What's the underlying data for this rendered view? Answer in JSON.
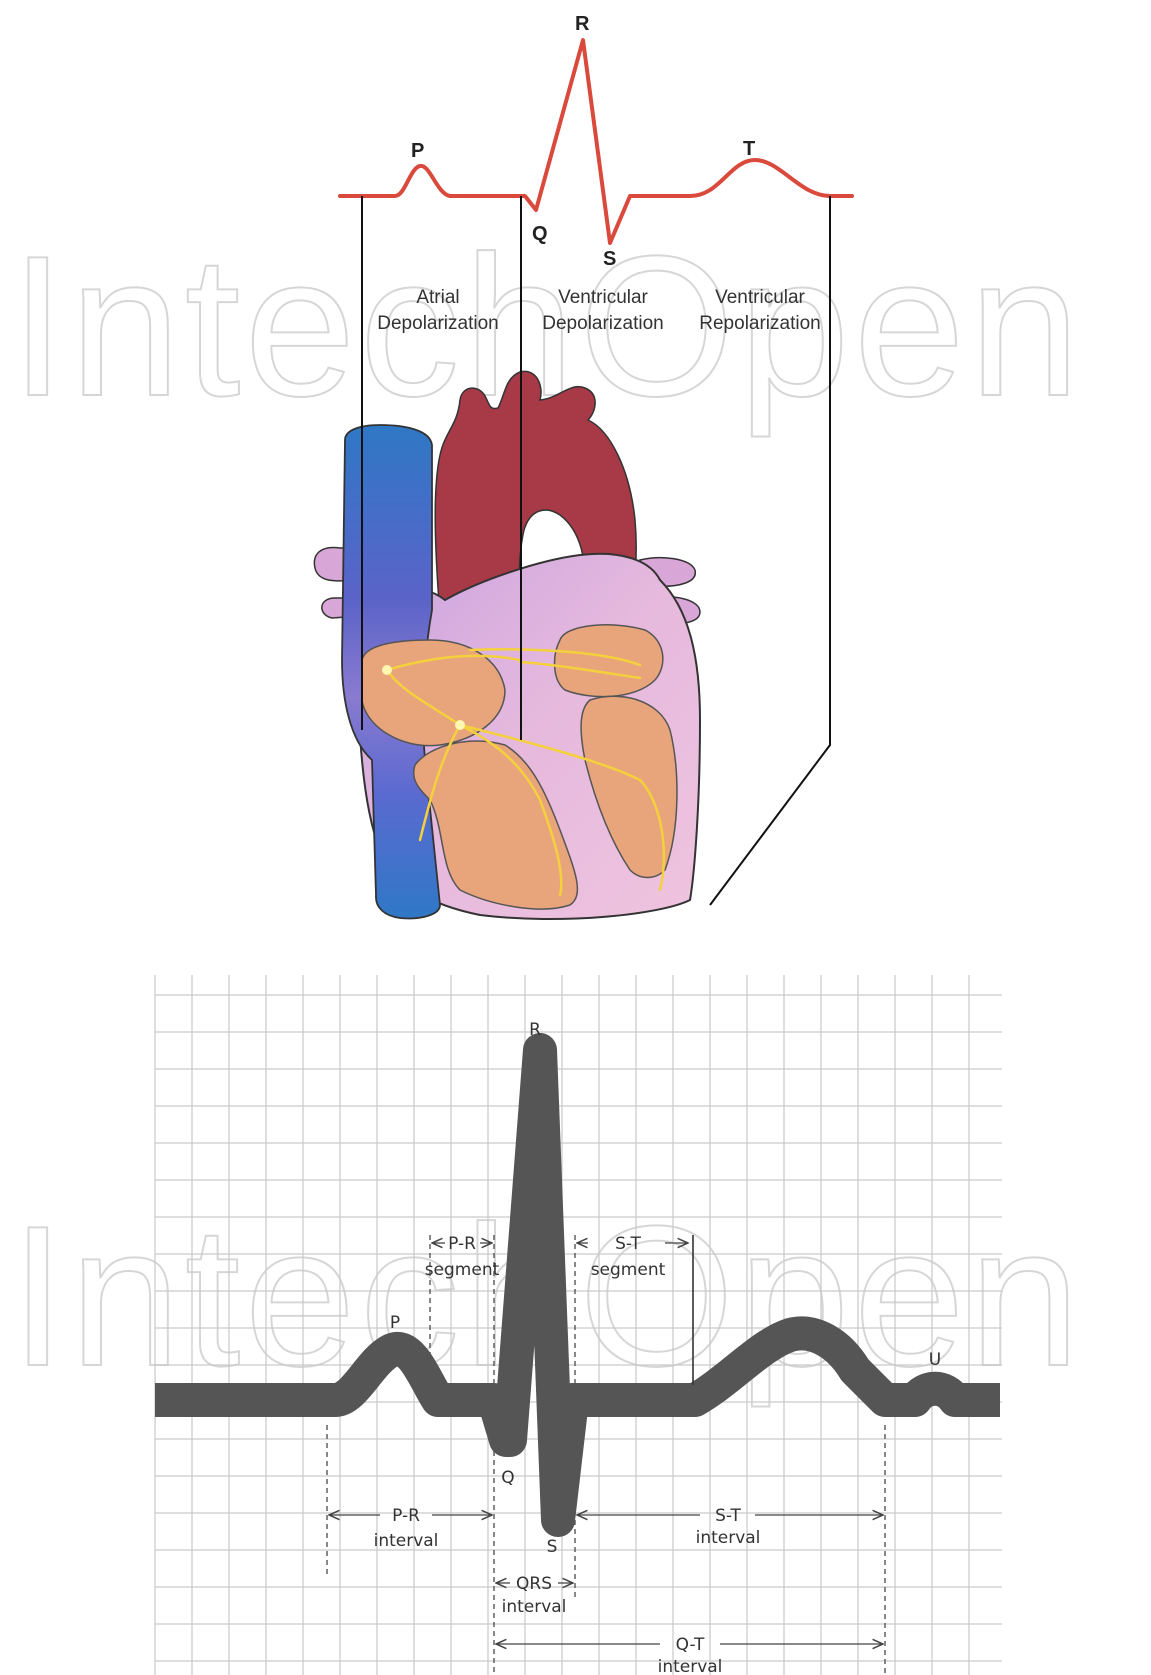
{
  "top_diagram": {
    "wave_labels": {
      "p": "P",
      "q": "Q",
      "r": "R",
      "s": "S",
      "t": "T"
    },
    "phases": [
      {
        "line1": "Atrial",
        "line2": "Depolarization"
      },
      {
        "line1": "Ventricular",
        "line2": "Depolarization"
      },
      {
        "line1": "Ventricular",
        "line2": "Repolarization"
      }
    ],
    "colors": {
      "trace": "#d94a3c",
      "aorta": "#a83a48",
      "vena_cava": "#2f78c6",
      "myocardium": "#e3b6d9",
      "chamber": "#e7a57c",
      "conduction": "#f4d13c"
    }
  },
  "bottom_diagram": {
    "wave_labels": {
      "p": "P",
      "q": "Q",
      "r": "R",
      "s": "S",
      "u": "U"
    },
    "segments": [
      {
        "line1": "P-R",
        "line2": "segment"
      },
      {
        "line1": "S-T",
        "line2": "segment"
      }
    ],
    "intervals": [
      {
        "line1": "P-R",
        "line2": "interval"
      },
      {
        "line1": "S-T",
        "line2": "interval"
      },
      {
        "line1": "QRS",
        "line2": "interval"
      },
      {
        "line1": "Q-T",
        "line2": "interval"
      }
    ],
    "colors": {
      "trace": "#555555",
      "grid": "#c9c9c9"
    }
  },
  "watermark": {
    "text": "IntechOpen"
  }
}
